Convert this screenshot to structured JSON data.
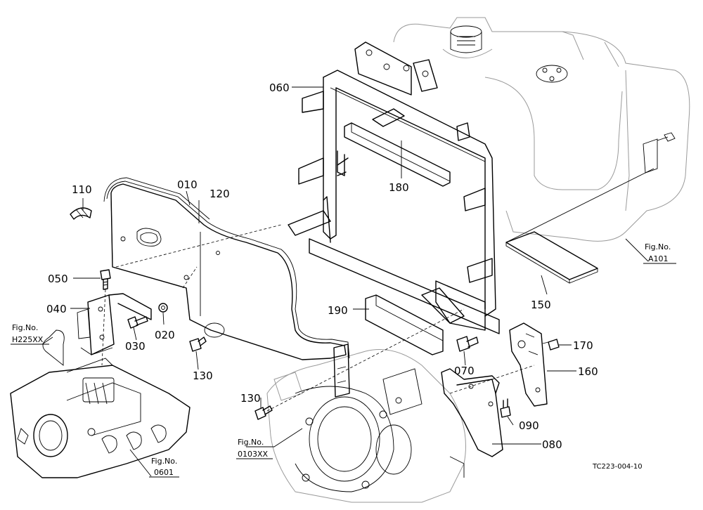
{
  "parts": {
    "p010": "010",
    "p020": "020",
    "p030": "030",
    "p040": "040",
    "p050": "050",
    "p060": "060",
    "p070": "070",
    "p080": "080",
    "p090": "090",
    "p110": "110",
    "p120": "120",
    "p130a": "130",
    "p130b": "130",
    "p150": "150",
    "p160": "160",
    "p170": "170",
    "p180": "180",
    "p190": "190"
  },
  "references": {
    "h225": {
      "line1": "Fig.No.",
      "line2": "H225XX"
    },
    "a101": {
      "line1": "Fig.No.",
      "line2": "A101"
    },
    "r0601": {
      "line1": "Fig.No.",
      "line2": "0601"
    },
    "r0103": {
      "line1": "Fig.No.",
      "line2": "0103XX"
    }
  },
  "drawing_code": "TC223-004-10"
}
